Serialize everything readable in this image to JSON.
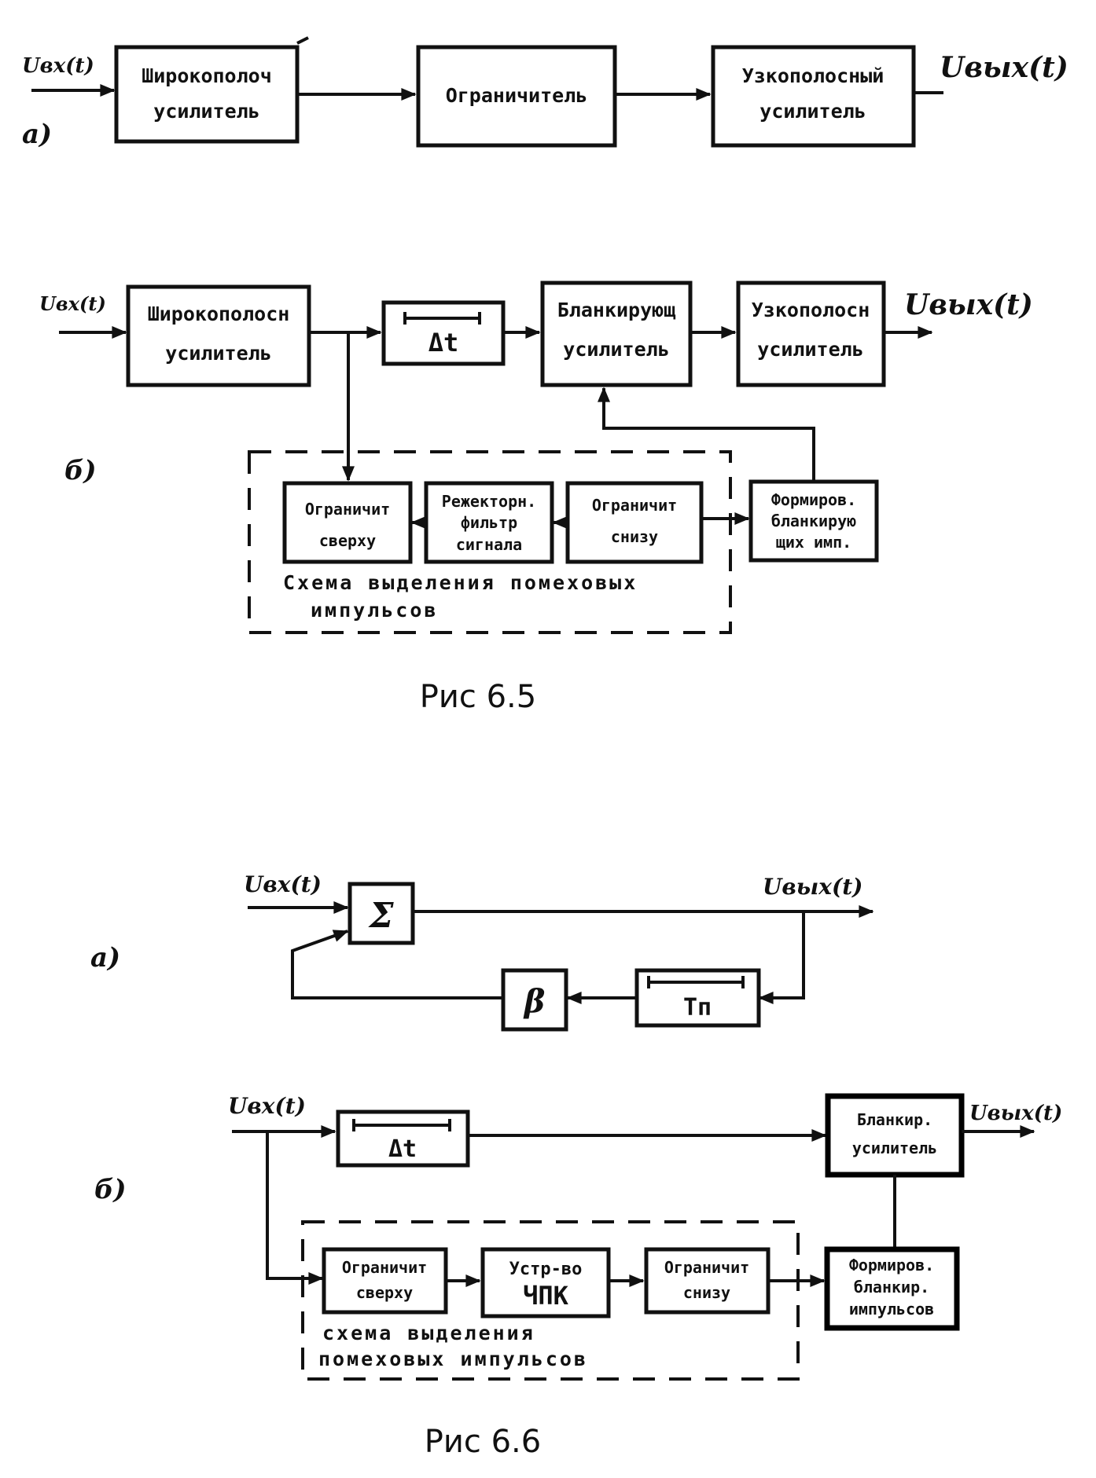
{
  "fig65": {
    "a": {
      "label": "a)",
      "input": "Uвх(t)",
      "output": "Uвых(t)",
      "block1": [
        "Широкополоч",
        "усилитель"
      ],
      "block2": "Ограничитель",
      "block3": [
        "Узкополосный",
        "усилитель"
      ]
    },
    "b": {
      "label": "б)",
      "input": "Uвх(t)",
      "output": "Uвых(t)",
      "block1": [
        "Широкополосн",
        "усилитель"
      ],
      "delay": "Δt",
      "blank_amp": [
        "Бланкирующ",
        "усилитель"
      ],
      "narrow_amp": [
        "Узкополосн",
        "усилитель"
      ],
      "lim_top": [
        "Ограничит",
        "сверху"
      ],
      "filter": [
        "Режекторн.",
        "фильтр",
        "сигнала"
      ],
      "lim_bottom": [
        "Ограничит",
        "снизу"
      ],
      "shaper": [
        "Формиров.",
        "бланкирую",
        "щих имп."
      ],
      "dashed_title": [
        "Схема выделения помеховых",
        "импульсов"
      ]
    },
    "caption": "Рис 6.5"
  },
  "fig66": {
    "a": {
      "label": "a)",
      "input": "Uвх(t)",
      "output": "Uвых(t)",
      "sum": "Σ",
      "beta": "β",
      "delay": "Tп"
    },
    "b": {
      "label": "б)",
      "input": "Uвх(t)",
      "output": "Uвых(t)",
      "delay": "Δt",
      "blank_amp": [
        "Бланкир.",
        "усилитель"
      ],
      "lim_top": [
        "Ограничит",
        "сверху"
      ],
      "cpk": [
        "Устр-во",
        "ЧПК"
      ],
      "lim_bottom": [
        "Ограничит",
        "снизу"
      ],
      "shaper": [
        "Формиров.",
        "бланкир.",
        "импульсов"
      ],
      "dashed_title": [
        "схема выделения",
        "помеховых импульсов"
      ]
    },
    "caption": "Рис 6.6"
  }
}
